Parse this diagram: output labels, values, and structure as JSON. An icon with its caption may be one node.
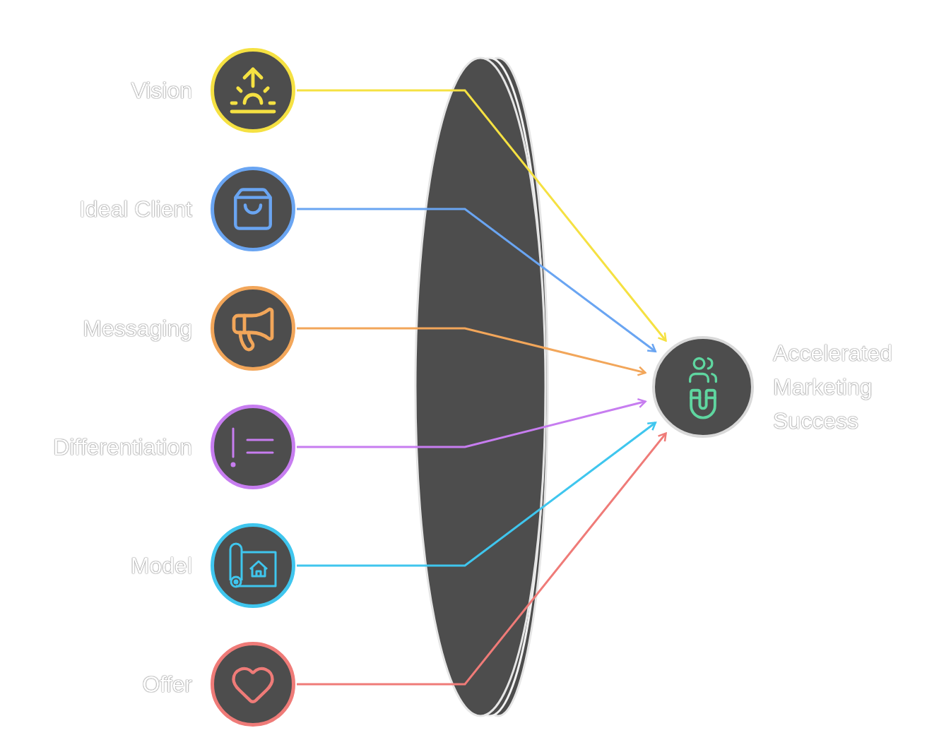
{
  "diagram": {
    "nodes": [
      {
        "text": [],
        "shape": "circle",
        "beside": [
          "Vision"
        ]
      },
      {
        "text": [],
        "shape": "circle",
        "beside": [
          "Ideal Client"
        ]
      },
      {
        "text": [],
        "shape": "circle",
        "beside": [
          "Messaging"
        ]
      },
      {
        "text": [],
        "shape": "circle",
        "beside": [
          "Differentiation"
        ]
      },
      {
        "text": [],
        "shape": "circle",
        "beside": [
          "Model"
        ]
      },
      {
        "text": [],
        "shape": "circle",
        "beside": [
          "Offer"
        ]
      },
      {
        "text": [],
        "shape": "circle",
        "beside": [
          "Accelerated Marketing Success"
        ]
      }
    ],
    "edges": [
      {
        "from": 0,
        "to": 6,
        "arrow": "to",
        "color": "#f5e142"
      },
      {
        "from": 1,
        "to": 6,
        "arrow": "to",
        "color": "#6aa5f2"
      },
      {
        "from": 2,
        "to": 6,
        "arrow": "to",
        "color": "#f2a65a"
      },
      {
        "from": 3,
        "to": 6,
        "arrow": "to",
        "color": "#c77df0"
      },
      {
        "from": 4,
        "to": 6,
        "arrow": "to",
        "color": "#3fc6ee"
      },
      {
        "from": 5,
        "to": 6,
        "arrow": "to",
        "color": "#ef7b78"
      }
    ]
  }
}
